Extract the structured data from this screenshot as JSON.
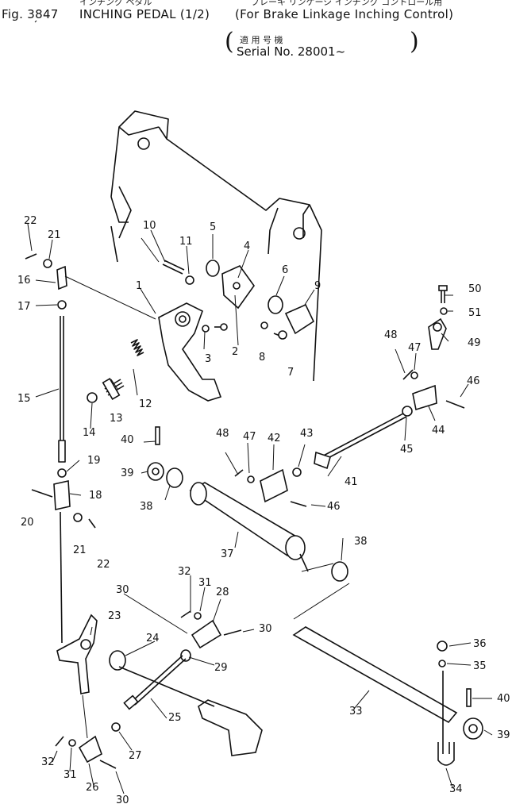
{
  "header": {
    "figure_number": "Fig. 3847",
    "title": "INCHING PEDAL (1/2)",
    "subtitle": "(For Brake Linkage Inching Control)",
    "title_kana": "インチング ペダル",
    "subtitle_kana": "ブレーキ リンケージ インチング コントロール用",
    "applicability_label": "適 用 号 機",
    "serial": "Serial No. 28001~"
  },
  "callouts": [
    {
      "id": "c1",
      "text": "1"
    },
    {
      "id": "c2",
      "text": "2"
    },
    {
      "id": "c3",
      "text": "3"
    },
    {
      "id": "c4",
      "text": "4"
    },
    {
      "id": "c5",
      "text": "5"
    },
    {
      "id": "c6",
      "text": "6"
    },
    {
      "id": "c7",
      "text": "7"
    },
    {
      "id": "c8",
      "text": "8"
    },
    {
      "id": "c9",
      "text": "9"
    },
    {
      "id": "c10",
      "text": "10"
    },
    {
      "id": "c11",
      "text": "11"
    },
    {
      "id": "c12",
      "text": "12"
    },
    {
      "id": "c13",
      "text": "13"
    },
    {
      "id": "c14",
      "text": "14"
    },
    {
      "id": "c15",
      "text": "15"
    },
    {
      "id": "c16",
      "text": "16"
    },
    {
      "id": "c17",
      "text": "17"
    },
    {
      "id": "c18",
      "text": "18"
    },
    {
      "id": "c19",
      "text": "19"
    },
    {
      "id": "c20",
      "text": "20"
    },
    {
      "id": "c21a",
      "text": "21"
    },
    {
      "id": "c21b",
      "text": "21"
    },
    {
      "id": "c22a",
      "text": "22"
    },
    {
      "id": "c22b",
      "text": "22"
    },
    {
      "id": "c23",
      "text": "23"
    },
    {
      "id": "c24",
      "text": "24"
    },
    {
      "id": "c25",
      "text": "25"
    },
    {
      "id": "c26",
      "text": "26"
    },
    {
      "id": "c27",
      "text": "27"
    },
    {
      "id": "c28",
      "text": "28"
    },
    {
      "id": "c29",
      "text": "29"
    },
    {
      "id": "c30a",
      "text": "30"
    },
    {
      "id": "c30b",
      "text": "30"
    },
    {
      "id": "c30c",
      "text": "30"
    },
    {
      "id": "c31a",
      "text": "31"
    },
    {
      "id": "c31b",
      "text": "31"
    },
    {
      "id": "c32a",
      "text": "32"
    },
    {
      "id": "c32b",
      "text": "32"
    },
    {
      "id": "c33",
      "text": "33"
    },
    {
      "id": "c34",
      "text": "34"
    },
    {
      "id": "c35",
      "text": "35"
    },
    {
      "id": "c36",
      "text": "36"
    },
    {
      "id": "c37",
      "text": "37"
    },
    {
      "id": "c38a",
      "text": "38"
    },
    {
      "id": "c38b",
      "text": "38"
    },
    {
      "id": "c39a",
      "text": "39"
    },
    {
      "id": "c39b",
      "text": "39"
    },
    {
      "id": "c40a",
      "text": "40"
    },
    {
      "id": "c40b",
      "text": "40"
    },
    {
      "id": "c41",
      "text": "41"
    },
    {
      "id": "c42",
      "text": "42"
    },
    {
      "id": "c43",
      "text": "43"
    },
    {
      "id": "c44",
      "text": "44"
    },
    {
      "id": "c45",
      "text": "45"
    },
    {
      "id": "c46a",
      "text": "46"
    },
    {
      "id": "c46b",
      "text": "46"
    },
    {
      "id": "c47a",
      "text": "47"
    },
    {
      "id": "c47b",
      "text": "47"
    },
    {
      "id": "c48a",
      "text": "48"
    },
    {
      "id": "c48b",
      "text": "48"
    },
    {
      "id": "c49",
      "text": "49"
    },
    {
      "id": "c50",
      "text": "50"
    },
    {
      "id": "c51",
      "text": "51"
    }
  ]
}
